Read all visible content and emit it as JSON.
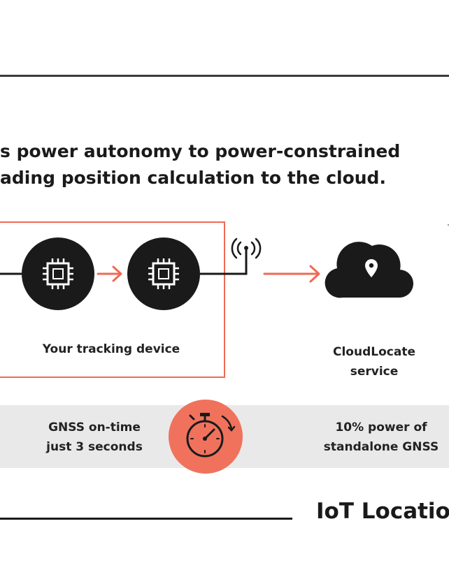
{
  "headline": {
    "line1": "s power autonomy to power-constrained",
    "line2": "ading position calculation to the cloud."
  },
  "diagram": {
    "device_label": "Your tracking device",
    "cloud_label_line1": "CloudLocate",
    "cloud_label_line2": "service"
  },
  "band": {
    "left_line1": "GNSS on-time",
    "left_line2": "just 3 seconds",
    "right_line1": "10% power of",
    "right_line2": "standalone GNSS"
  },
  "footer": {
    "title": "IoT Locatio"
  },
  "colors": {
    "accent": "#ee6a55",
    "dark": "#1a1a1a",
    "band": "#e9e9e9"
  },
  "icons": [
    "chip-icon",
    "chip-icon",
    "antenna-icon",
    "arrow-right-icon",
    "cloud-location-icon",
    "stopwatch-icon"
  ]
}
